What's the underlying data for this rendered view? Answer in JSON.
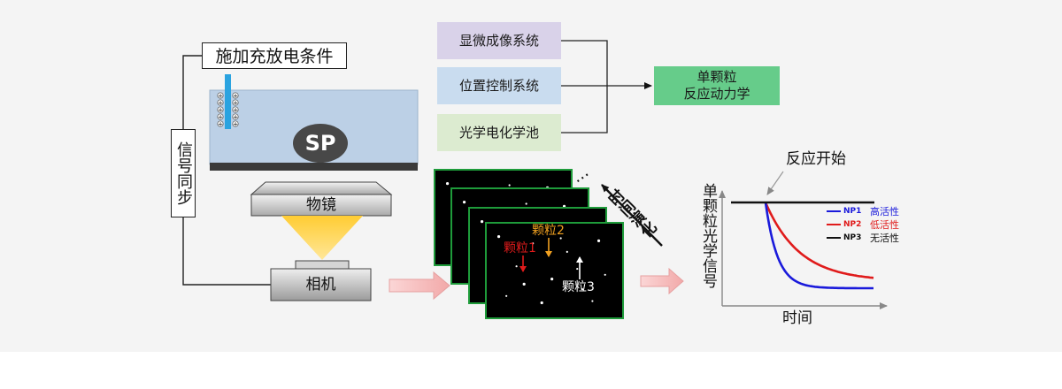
{
  "setup": {
    "charge_condition": "施加充放电条件",
    "signal_sync": "信号同步",
    "particle_label": "SP",
    "objective": "物镜",
    "camera": "相机",
    "electrode_symbol": "+"
  },
  "systems": {
    "microscopy": "显微成像系统",
    "position": "位置控制系统",
    "optical_cell": "光学电化学池",
    "kinetics_line1": "单颗粒",
    "kinetics_line2": "反应动力学"
  },
  "frames": {
    "particle1": "颗粒1",
    "particle2": "颗粒2",
    "particle3": "颗粒3",
    "time_evolution": "时间演化",
    "ellipsis": "…"
  },
  "plot": {
    "reaction_start": "反应开始",
    "ylabel": "单颗粒光学信号",
    "xlabel": "时间",
    "legend": [
      {
        "id": "NP1",
        "desc": "高活性",
        "color": "#1a1adb"
      },
      {
        "id": "NP2",
        "desc": "低活性",
        "color": "#e01b1b"
      },
      {
        "id": "NP3",
        "desc": "无活性",
        "color": "#111111"
      }
    ]
  },
  "colors": {
    "microscopy_box": "#d9d2e9",
    "position_box": "#c9dcef",
    "optical_box": "#dcebd0",
    "kinetics_box": "#66cc8a",
    "liquid": "#bcd0e6",
    "electrode": "#2aa3e0",
    "beam": "#ffd54a",
    "arrow_pink": "#f7c4c4",
    "frame_border": "#1e9b3a",
    "particle1": "#e01b1b",
    "particle2": "#f0a020"
  }
}
